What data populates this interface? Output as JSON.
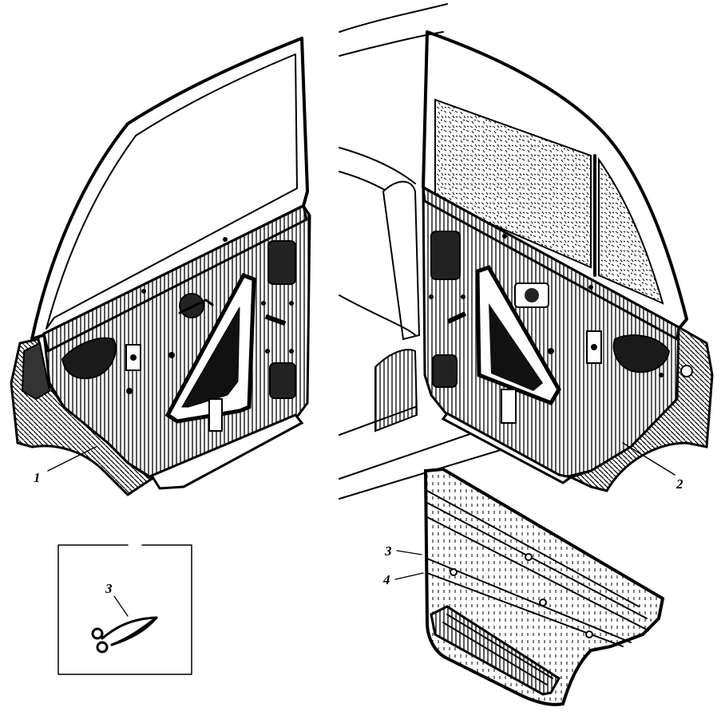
{
  "figure": {
    "labels": {
      "left_door_callout": "1",
      "right_door_callout": "2",
      "inset_clip_callout": "3",
      "trim_panel_callout_top": "3",
      "trim_panel_callout_bottom": "4"
    },
    "colors": {
      "ink": "#000000",
      "paper": "#ffffff",
      "shade": "#3a3a3a"
    },
    "icons": {
      "clip": "spring-clip-icon"
    }
  }
}
